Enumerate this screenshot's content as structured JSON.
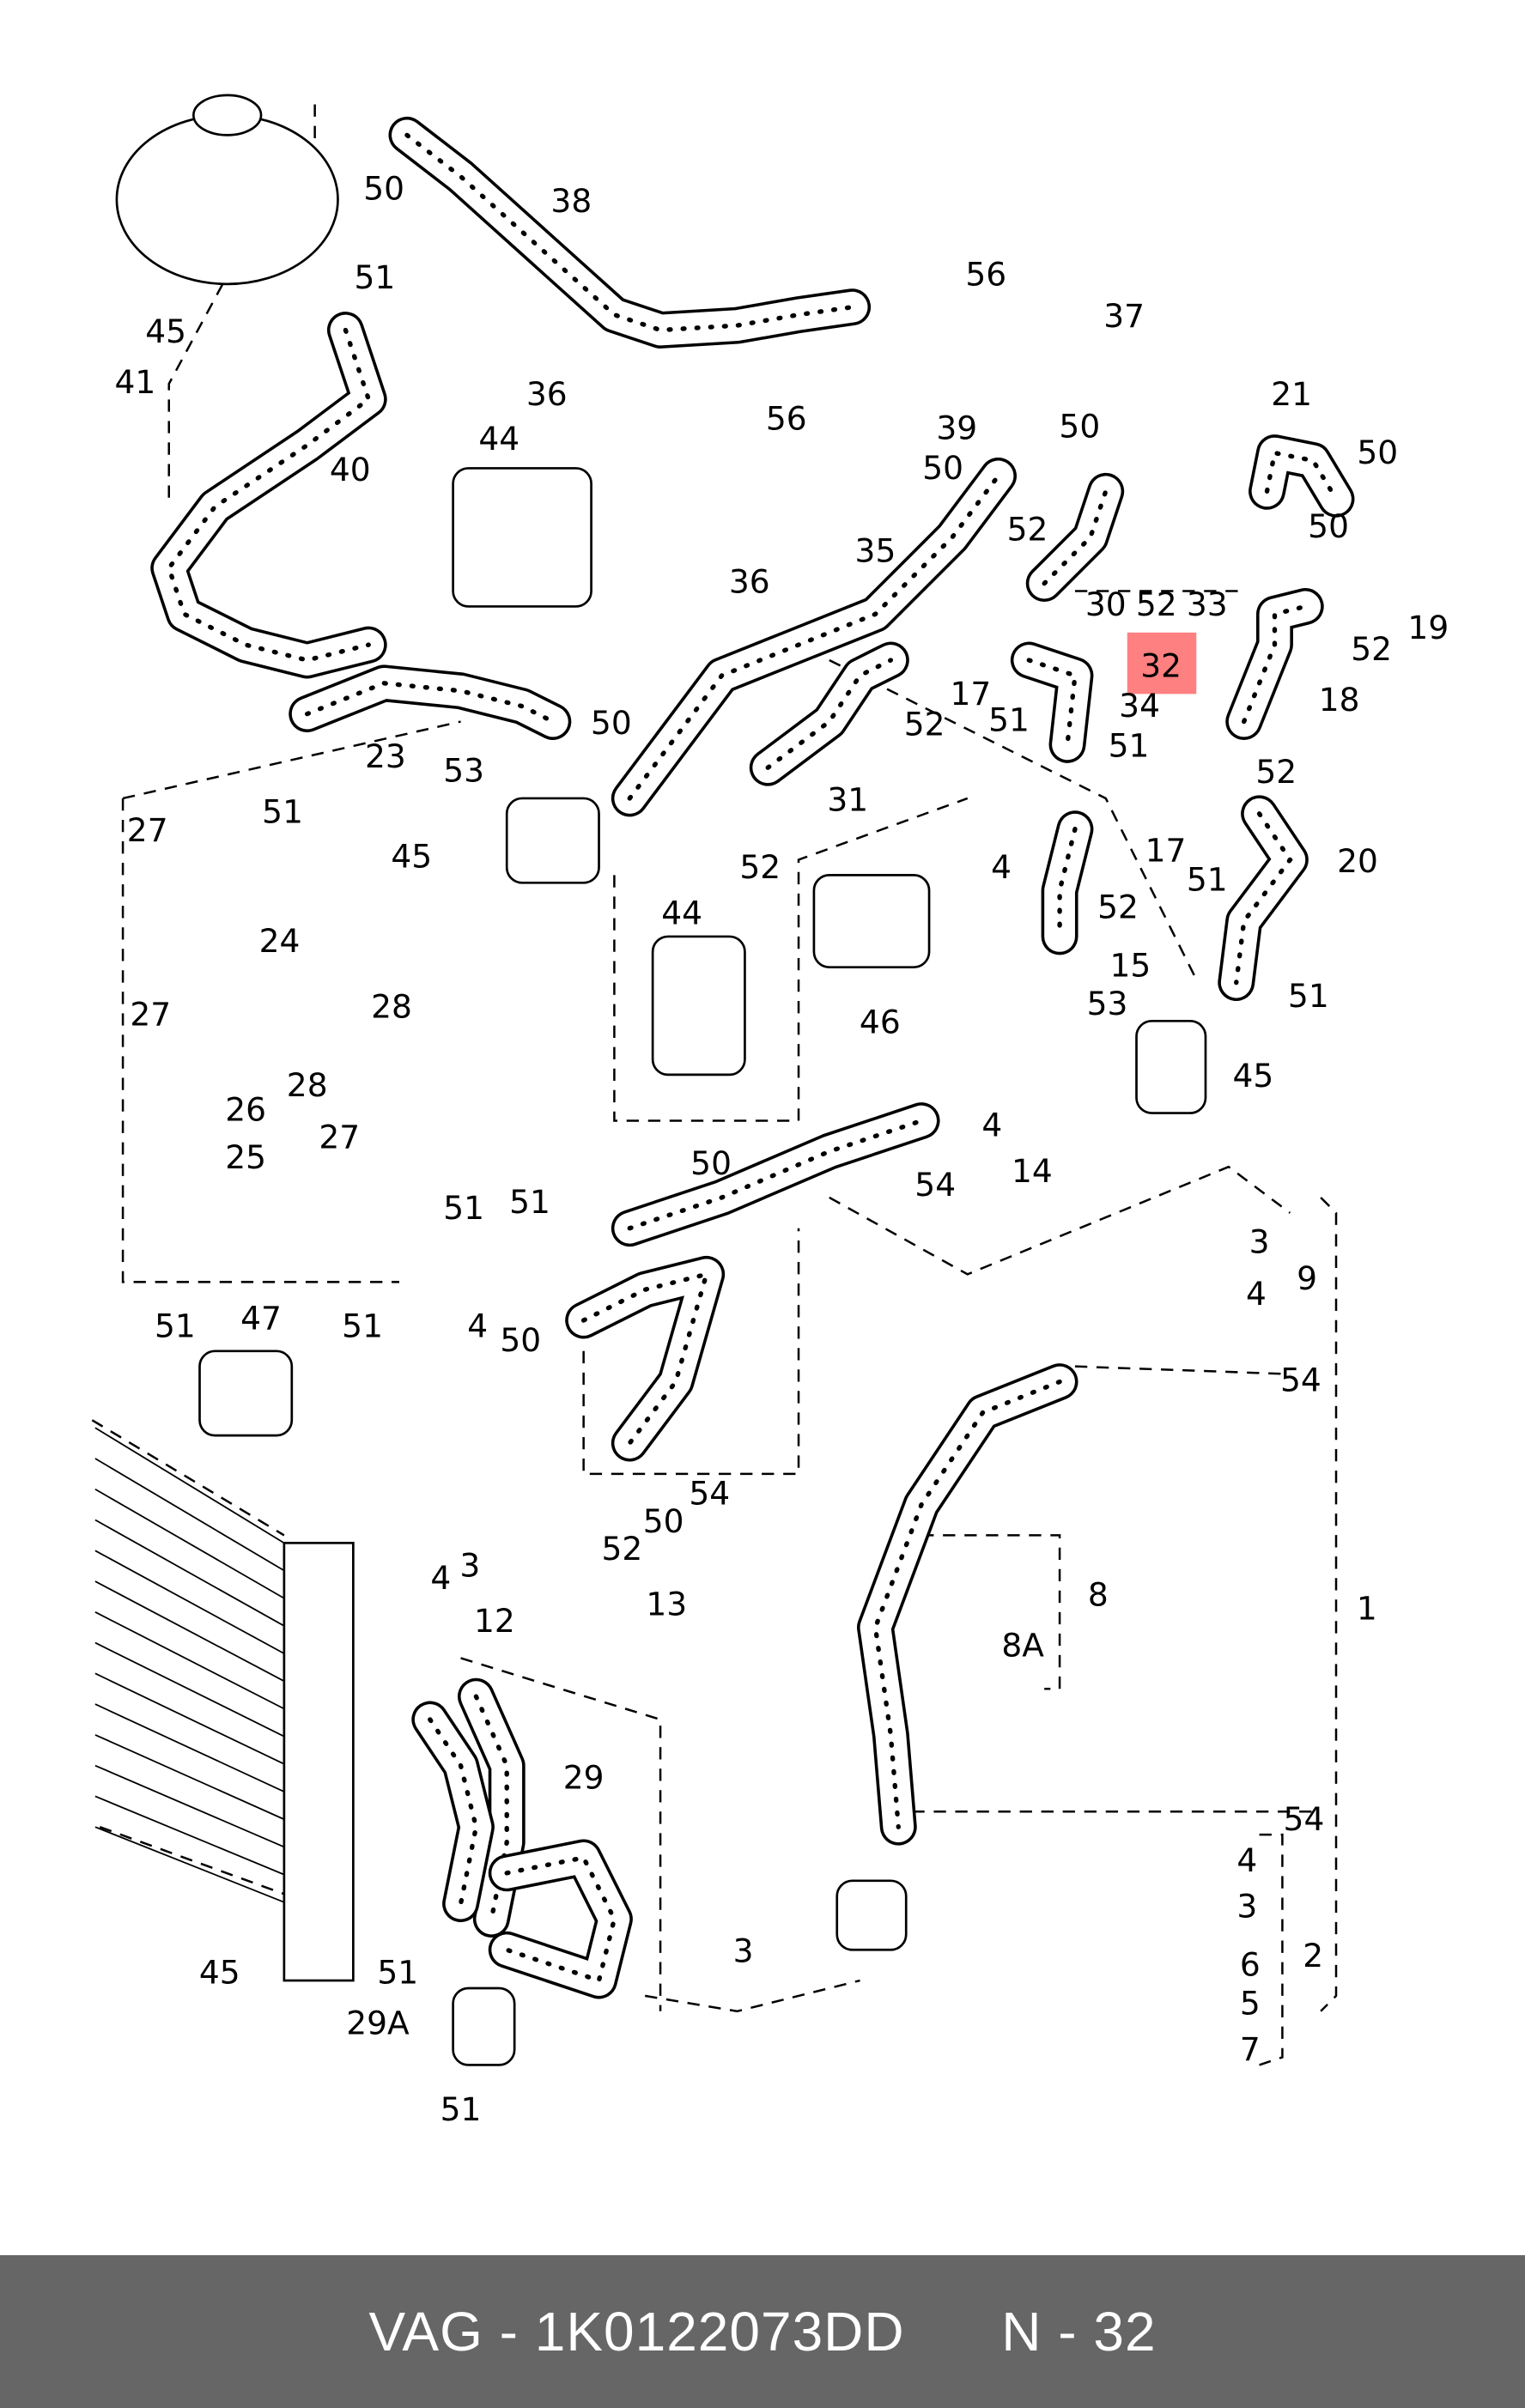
{
  "footer": {
    "brand": "VAG",
    "part_number": "1K0122073DD",
    "position_label": "N",
    "position_number": "32",
    "separator": "-"
  },
  "highlight": {
    "label": "32",
    "color": "#ff8080",
    "text_color": "#b00000"
  },
  "callouts": [
    "50",
    "38",
    "45",
    "51",
    "41",
    "40",
    "36",
    "56",
    "44",
    "56",
    "37",
    "39",
    "50",
    "50",
    "21",
    "50",
    "50",
    "52",
    "35",
    "36",
    "30",
    "52",
    "33",
    "19",
    "52",
    "17",
    "51",
    "34",
    "18",
    "52",
    "50",
    "23",
    "53",
    "51",
    "52",
    "31",
    "51",
    "27",
    "45",
    "52",
    "17",
    "51",
    "20",
    "4",
    "44",
    "52",
    "24",
    "15",
    "53",
    "51",
    "28",
    "46",
    "27",
    "45",
    "26",
    "28",
    "27",
    "25",
    "4",
    "14",
    "50",
    "54",
    "51",
    "51",
    "3",
    "4",
    "9",
    "47",
    "51",
    "51",
    "4",
    "50",
    "54",
    "54",
    "50",
    "52",
    "8",
    "1",
    "4",
    "3",
    "12",
    "13",
    "8A",
    "29",
    "54",
    "4",
    "3",
    "2",
    "6",
    "3",
    "5",
    "45",
    "51",
    "29A",
    "7",
    "51"
  ]
}
